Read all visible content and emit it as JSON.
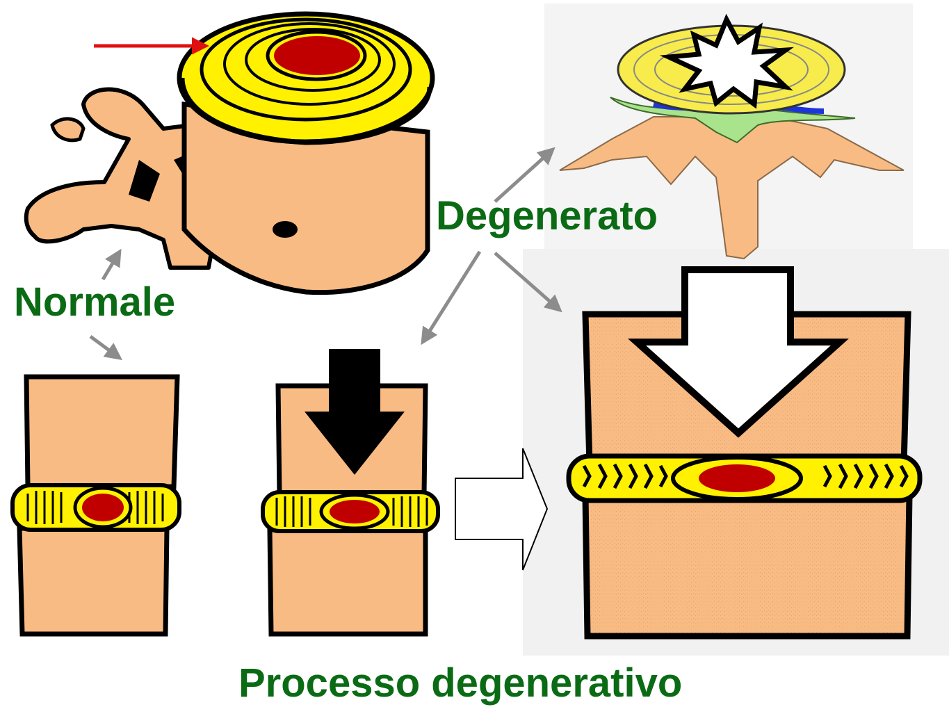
{
  "labels": {
    "normale": "Normale",
    "degenerato": "Degenerato",
    "processo": "Processo degenerativo"
  },
  "colors": {
    "label_green": "#0b6b15",
    "bone": "#f9bb84",
    "annulus": "#fff100",
    "nucleus": "#c00000",
    "outline": "#000000",
    "pointer_arrow": "#e01010",
    "connector_arrow": "#8c8c8c",
    "panel_bg": "#f1f1f1"
  },
  "icons": [
    "vertebra-normal-icon",
    "vertebra-degenerated-icon",
    "disc-segment-normal-icon",
    "disc-segment-compressed-icon",
    "disc-segment-degenerated-icon",
    "compression-arrow-icon",
    "process-arrow-icon",
    "burst-icon"
  ]
}
